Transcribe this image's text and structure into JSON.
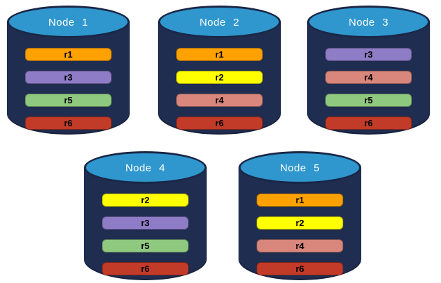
{
  "diagram": {
    "description": "Five database node cylinders holding colored replica bars",
    "palette": {
      "cylinder_body": "#1F2D50",
      "cylinder_top": "#2F97CE",
      "cylinder_top_border": "#1A2747",
      "title_color": "#FFFFFF",
      "bar_text_color": "#000000"
    },
    "replica_colors": {
      "r1": "#FFA100",
      "r2": "#FFFF00",
      "r3": "#8F7CC7",
      "r4": "#D9867C",
      "r5": "#8FC97F",
      "r6": "#C23A28"
    },
    "nodes": [
      {
        "title": "Node 1",
        "replicas": [
          "r1",
          "r3",
          "r5",
          "r6"
        ]
      },
      {
        "title": "Node 2",
        "replicas": [
          "r1",
          "r2",
          "r4",
          "r6"
        ]
      },
      {
        "title": "Node 3",
        "replicas": [
          "r3",
          "r4",
          "r5",
          "r6"
        ]
      },
      {
        "title": "Node 4",
        "replicas": [
          "r2",
          "r3",
          "r5",
          "r6"
        ]
      },
      {
        "title": "Node 5",
        "replicas": [
          "r1",
          "r2",
          "r4",
          "r6"
        ]
      }
    ]
  }
}
